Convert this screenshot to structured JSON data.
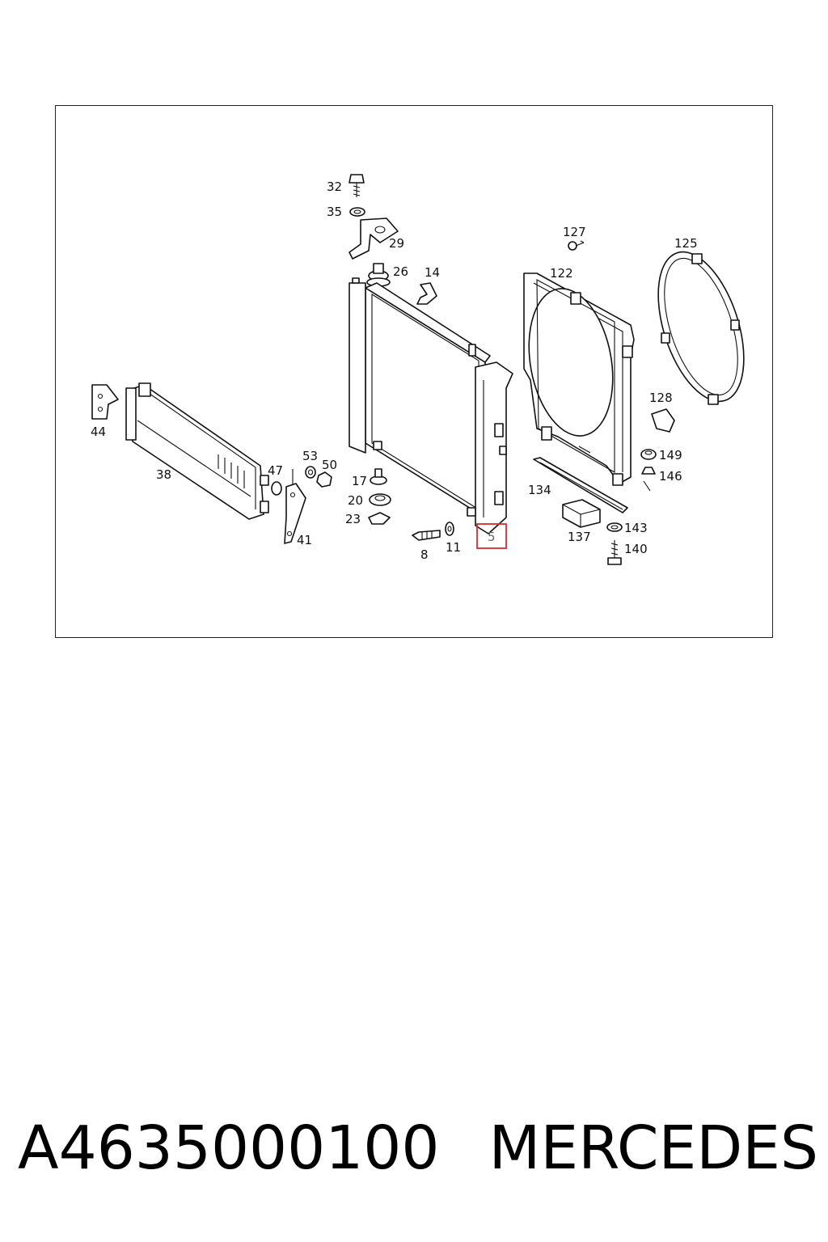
{
  "diagram": {
    "highlight_color": "#e0262b",
    "callouts": {
      "p32": "32",
      "p35": "35",
      "p29": "29",
      "p26": "26",
      "p14": "14",
      "p127": "127",
      "p122": "122",
      "p125": "125",
      "p128": "128",
      "p149": "149",
      "p146": "146",
      "p134": "134",
      "p137": "137",
      "p143": "143",
      "p140": "140",
      "p44": "44",
      "p38": "38",
      "p53": "53",
      "p47": "47",
      "p50": "50",
      "p41": "41",
      "p17": "17",
      "p20": "20",
      "p23": "23",
      "p8": "8",
      "p11": "11",
      "p5": "5"
    }
  },
  "caption": {
    "part_number": "A4635000100",
    "brand": "MERCEDES"
  }
}
